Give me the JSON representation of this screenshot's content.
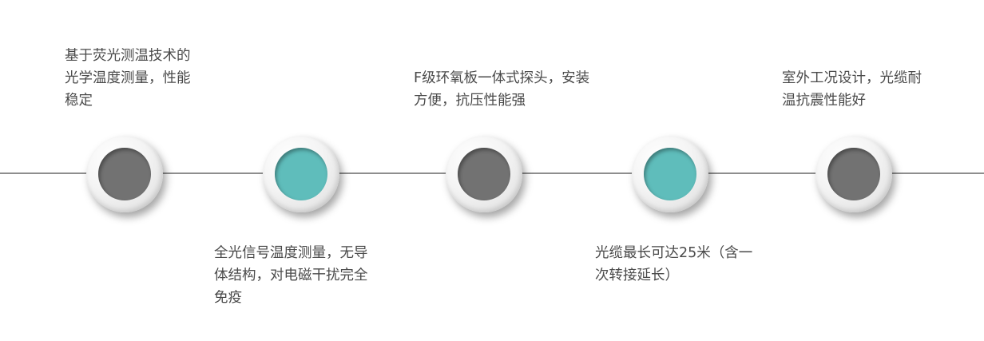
{
  "colors": {
    "line": "#8e8e8e",
    "core_gray": "#727272",
    "core_teal": "#5fbdbb",
    "text": "#4a4a4a"
  },
  "steps": [
    {
      "color": "gray",
      "caption": "基于荧光测温技术的\n光学温度测量，性能\n稳定"
    },
    {
      "color": "teal",
      "caption": "全光信号温度测量，无导\n体结构，对电磁干扰完全\n免疫"
    },
    {
      "color": "gray",
      "caption": "F级环氧板一体式探头，安装\n方便，抗压性能强"
    },
    {
      "color": "teal",
      "caption": "光缆最长可达25米（含一\n次转接延长）"
    },
    {
      "color": "gray",
      "caption": "室外工况设计，光缆耐\n温抗震性能好"
    }
  ]
}
